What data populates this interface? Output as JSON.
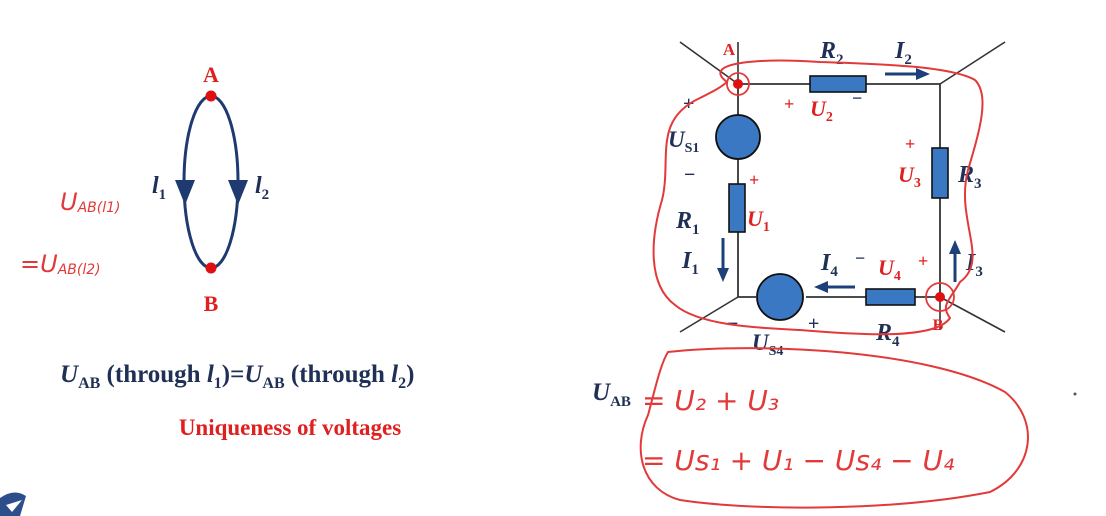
{
  "colors": {
    "wire": "#333333",
    "element_fill": "#3a78c4",
    "arrow": "#1d3f7a",
    "label_navy": "#1f2f55",
    "label_red": "#e02020",
    "node": "#e01010",
    "handwriting": "#e23a3a"
  },
  "left": {
    "node_a": "A",
    "node_b": "B",
    "path1_label": "l",
    "path1_sub": "1",
    "path2_label": "l",
    "path2_sub": "2",
    "formula": {
      "u1": "U",
      "sub1": "AB",
      "t1": " (through ",
      "l1": "l",
      "l1sub": "1",
      "t2": ")=",
      "u2": "U",
      "sub2": "AB",
      "t3": " (through ",
      "l2": "l",
      "l2sub": "2",
      "t4": ")"
    },
    "caption": "Uniqueness of voltages",
    "handwriting_line1": "U",
    "handwriting_line1_sub": "AB(l1)",
    "handwriting_line2": "=U",
    "handwriting_line2_sub": "AB(l2)"
  },
  "right": {
    "node_a": "A",
    "node_b": "B",
    "r2": "R",
    "r2_sub": "2",
    "i2": "I",
    "i2_sub": "2",
    "u2": "U",
    "u2_sub": "2",
    "u2_plus": "+",
    "u2_minus": "−",
    "us1": "U",
    "us1_sub": "S1",
    "us1_plus": "+",
    "us1_minus": "−",
    "r3": "R",
    "r3_sub": "3",
    "u3": "U",
    "u3_sub": "3",
    "u3_plus": "+",
    "r1": "R",
    "r1_sub": "1",
    "u1": "U",
    "u1_sub": "1",
    "u1_plus": "+",
    "i1": "I",
    "i1_sub": "1",
    "i3": "I",
    "i3_sub": "3",
    "i4": "I",
    "i4_sub": "4",
    "i4_minus": "−",
    "u4": "U",
    "u4_sub": "4",
    "u4_plus": "+",
    "us4": "U",
    "us4_sub": "S4",
    "us4_minus": "−",
    "us4_plus": "+",
    "r4": "R",
    "r4_sub": "4",
    "uab": "U",
    "uab_sub": "AB",
    "eq_line1": "= U₂ + U₃",
    "eq_line2": "= Us₁ + U₁ − Us₄ − U₄"
  }
}
